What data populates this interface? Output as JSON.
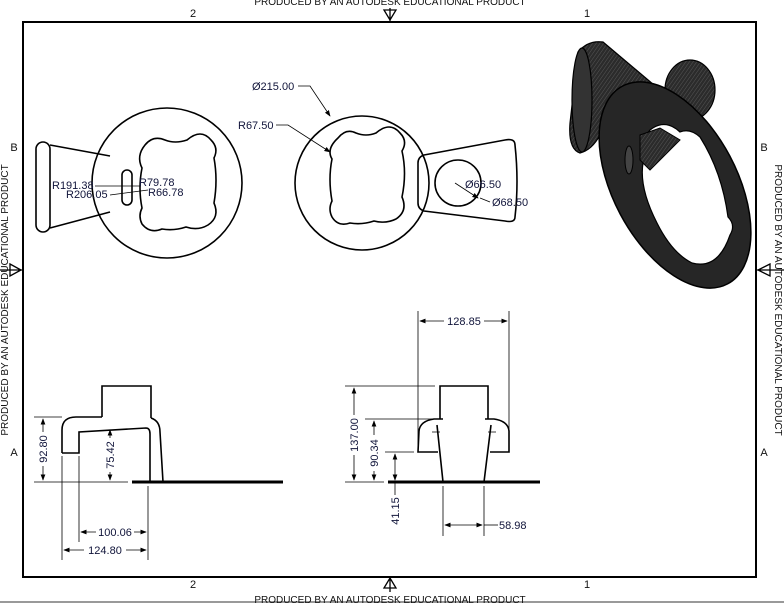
{
  "watermark": "PRODUCED BY AN AUTODESK EDUCATIONAL PRODUCT",
  "zones": {
    "col_left": "2",
    "col_right": "1",
    "row_top": "B",
    "row_bottom": "A"
  },
  "top_view_left": {
    "dims": [
      "R191.38",
      "R206.05",
      "R79.78",
      "R66.78"
    ]
  },
  "top_view_right": {
    "dims": [
      "Ø215.00",
      "R67.50",
      "Ø66.50",
      "Ø68.50"
    ]
  },
  "front_view_left": {
    "dims": [
      "92.80",
      "75.42",
      "100.06",
      "124.80"
    ]
  },
  "front_view_right": {
    "dims": [
      "128.85",
      "137.00",
      "90.34",
      "41.15",
      "58.98"
    ]
  },
  "colors": {
    "line": "#000000",
    "dim_text": "#10143a",
    "shaded_model": "#2a2a2a"
  }
}
